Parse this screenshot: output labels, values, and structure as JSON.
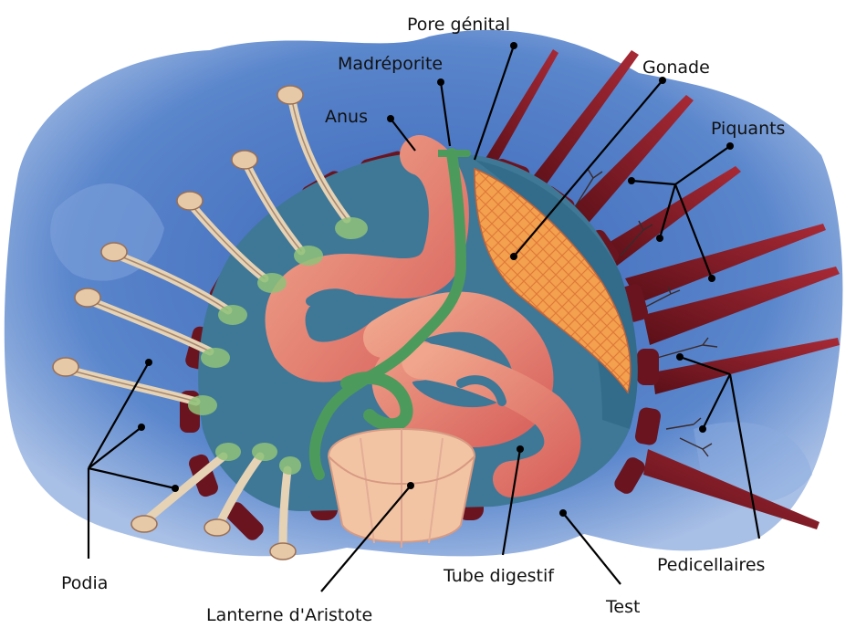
{
  "labels": {
    "pore_genital": "Pore génital",
    "madreporite": "Madréporite",
    "anus": "Anus",
    "gonade": "Gonade",
    "piquants": "Piquants",
    "podia": "Podia",
    "lanterne": "Lanterne d'Aristote",
    "tube_digestif": "Tube digestif",
    "test": "Test",
    "pedicellaires": "Pedicellaires"
  },
  "colors": {
    "water": "#5b7fc4",
    "body_fluid": "#3f7896",
    "test": "#6e1622",
    "spine": "#8a1e2c",
    "gut": "#e07a74",
    "gonad": "#f0a050",
    "siphon": "#4c9a5c",
    "lantern": "#f2c4a4",
    "podia": "#e6d2b4"
  }
}
